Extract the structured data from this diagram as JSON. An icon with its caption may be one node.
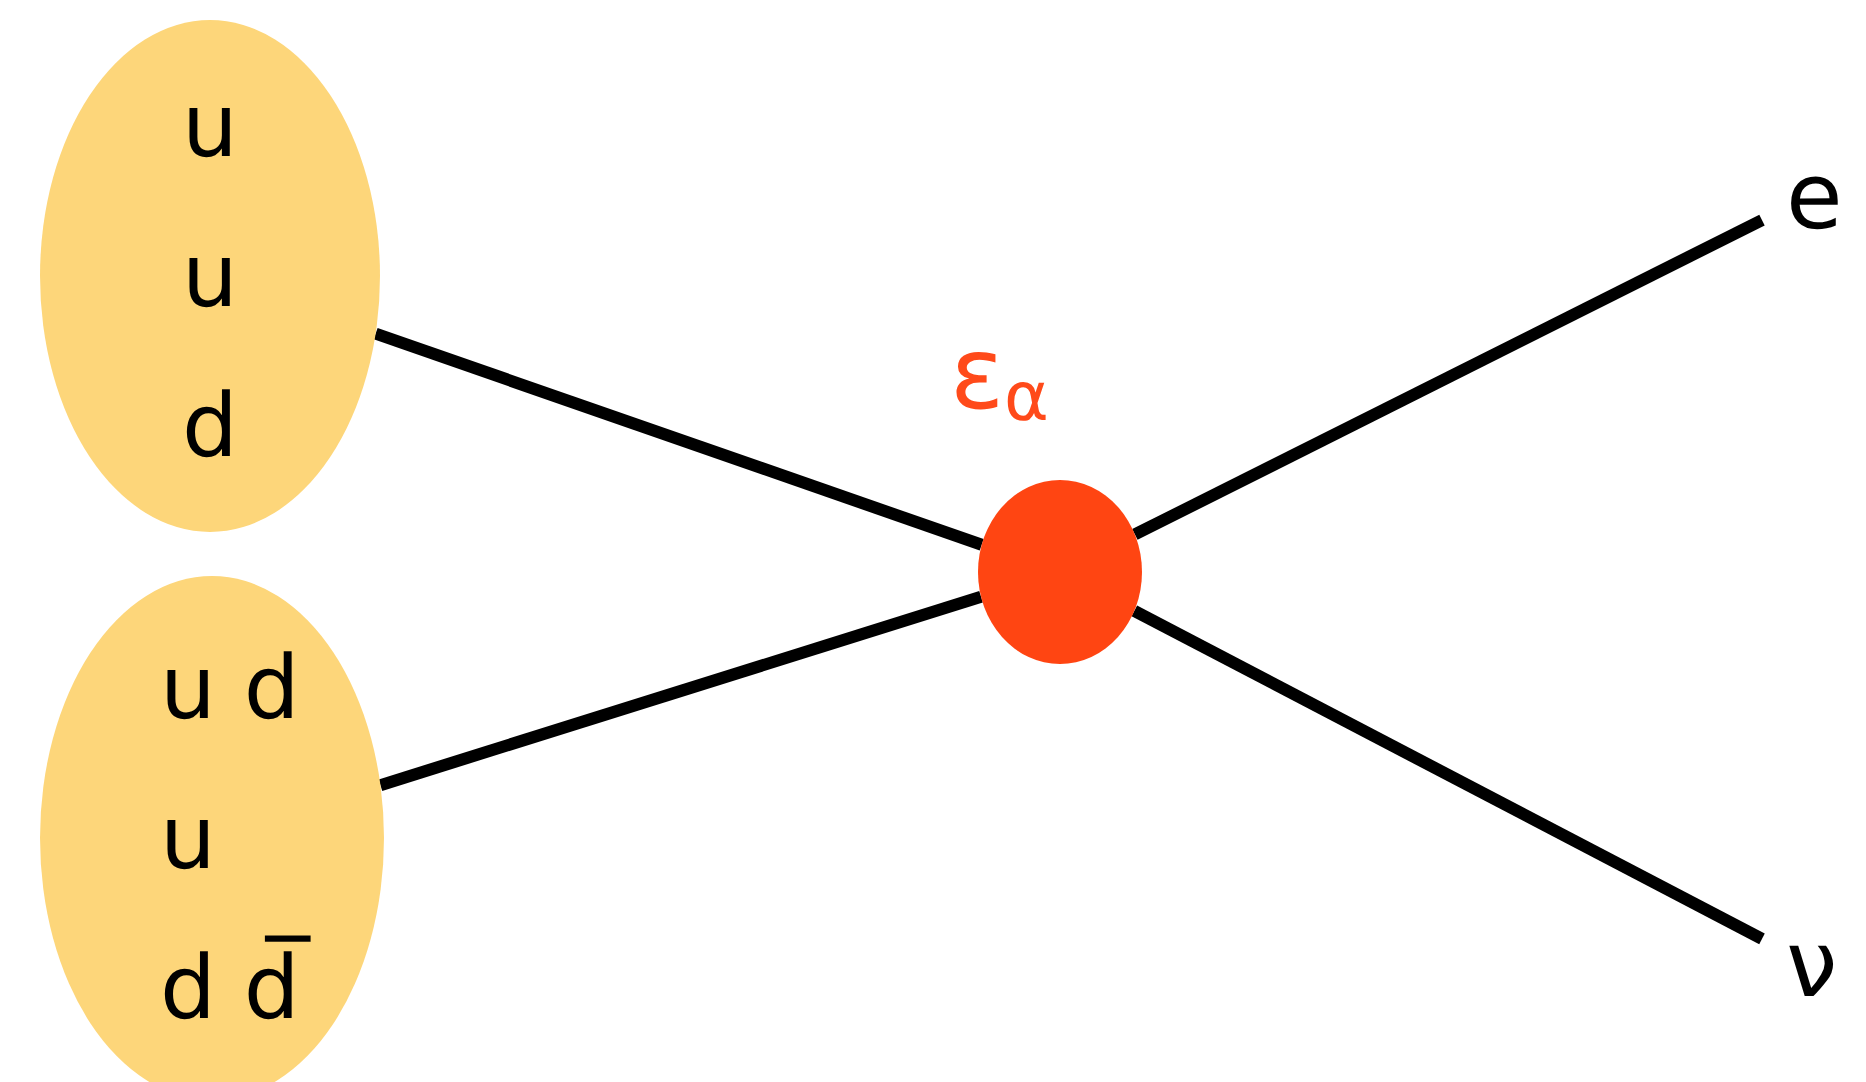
{
  "diagram": {
    "nodes": [
      {
        "text": [
          "u",
          "u",
          "d"
        ]
      },
      {
        "text": [
          "u d",
          "u",
          "d d̅"
        ]
      },
      {
        "text": [],
        "shape": "circle",
        "beside": [
          "ε$_{α}$"
        ]
      },
      {
        "text": [
          "e"
        ]
      },
      {
        "text": [
          "ν"
        ]
      }
    ],
    "edges": [
      {
        "from": 0,
        "to": 2,
        "arrow": "none"
      },
      {
        "from": 1,
        "to": 2,
        "arrow": "none"
      },
      {
        "from": 2,
        "to": 3,
        "arrow": "none"
      },
      {
        "from": 2,
        "to": 4,
        "arrow": "none"
      }
    ]
  }
}
